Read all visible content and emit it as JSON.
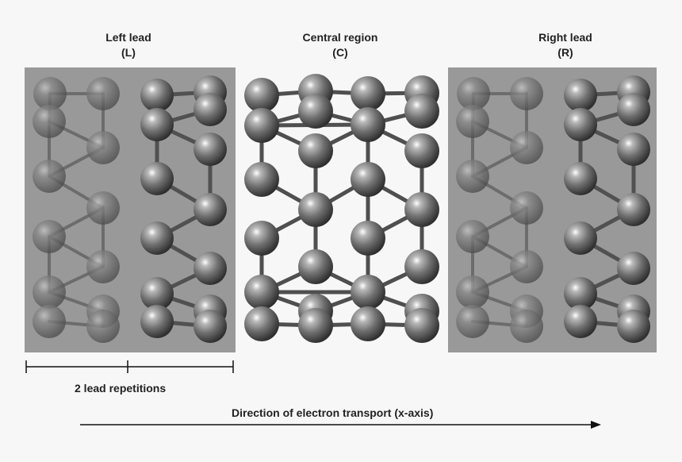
{
  "headings": {
    "left": {
      "title": "Left lead",
      "abbr": "(L)"
    },
    "central": {
      "title": "Central region",
      "abbr": "(C)"
    },
    "right": {
      "title": "Right lead",
      "abbr": "(R)"
    }
  },
  "scale_label": "2 lead repetitions",
  "transport_label": "Direction of electron transport (x-axis)",
  "colors": {
    "background": "#f7f7f7",
    "lead_panel": "#999999",
    "atom": "#6e6e6e",
    "bond": "#555555",
    "text": "#222222"
  }
}
